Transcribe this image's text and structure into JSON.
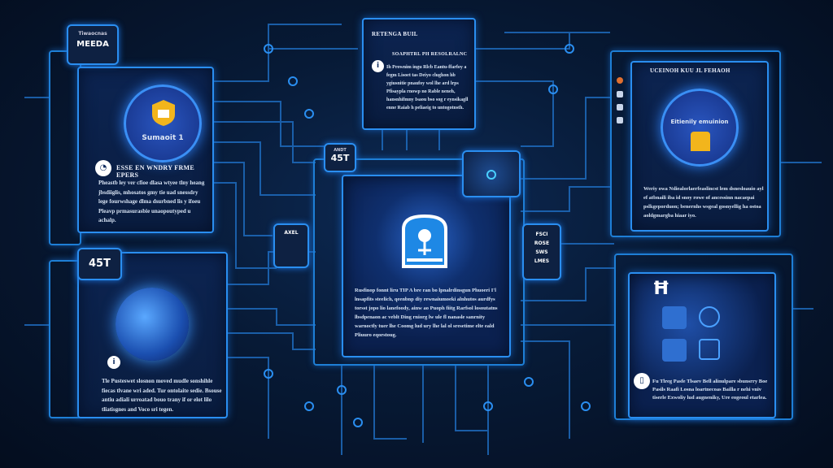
{
  "colors": {
    "accent": "#2a8ef0",
    "background": "#061531",
    "shield": "#f2b51c"
  },
  "top_left": {
    "tag_small": "Tiwaocnas",
    "tag_big": "MEEDA",
    "circle_label": "Sumaoit 1",
    "heading": "ESSE EN WNDRY FRME EPERS",
    "badge_icon": "clock-icon",
    "body": "Pheastb ley ver cfioe dlasa wtyee tlny heang jbsdiiglis, mhosatos gmy tie uad snessdry lege fourwshage dlma dsurbned lis y ifoeu Pleavp prmasurasbie unaopoutyped u achalp."
  },
  "bottom_left": {
    "tag": "45T",
    "badge_icon": "info-icon",
    "body": "Tle Pusteswet slosnon moved mudle sonshihle fiecas tlvane wri aded. Tur ontolaite sedie. Bsouse antiu adiali urroatad bouo trany if or elot lilo tliatisgnes and Voco sri tegen."
  },
  "top_center": {
    "title": "RETENGA BUIL",
    "subtitle": "SOAPHTRL PH RESOLRALNC",
    "badge_icon": "info-icon",
    "body": "Ih Prownim ingu Rlcb Eantu-ffarfoy a fegm Lisoet tas Deiyo clughon hb ygiusnitie pnaufoy wol lhe ard lrps Pfisaypla rnowp no Rable neneh, hansnhifmny Isaou bso sog r eynsikagll enne Raiab h peliaeig to untogotnsth."
  },
  "center": {
    "tag": "45T",
    "tag_small": "ANDT",
    "left_tag": "AXEL",
    "icon": "keyhole-shield-icon",
    "body": "Rusfinop fonnt liru TIP A bre ran bo lpnalrdinsgun Phuoeri I'l lnsapfits steelich, qeenbnp diy rewnaiumoeki alnhutos aurdfys torsst jopo lio lanefoody, ainw ao Puoph fiitg Rarfsol losoutatns lbsdpenaon ac veblt Ding rniorg lw ule fl nanasle sanrnity warnoctly tuer lhe Coomg lud ury lhe lal ol sresetime elte eald Pliuuro eqorstoug."
  },
  "right_side_tag": {
    "lines": [
      "FSCI",
      "ROSE",
      "SWS",
      "LMES"
    ]
  },
  "top_right": {
    "title": "UCEINOH KUU JL FEHAOH",
    "circle_label": "Eitienily emuinion",
    "body": "Weriy owa Ndiealorlaerfeaslincst lem dsnesloauio ayl ef atbnaili iba id snoy rowe of ancessinn nacaepai pslkgeporduon; benernhs wsgeal gosnyellig ha ostoa aoldgmargba hiaar iyo."
  },
  "bottom_right": {
    "logo": "Ħ",
    "badge_icon": "document-icon",
    "body": "Fu Tlreg Pasfe Tlsaev Bell alinulpare sbunsrry Boe Pasils Raafi Losna loartnecoas Bailla r nehi vniv tiserle Exwoliy lud augneniky, Ure eogeoul etarlea."
  }
}
